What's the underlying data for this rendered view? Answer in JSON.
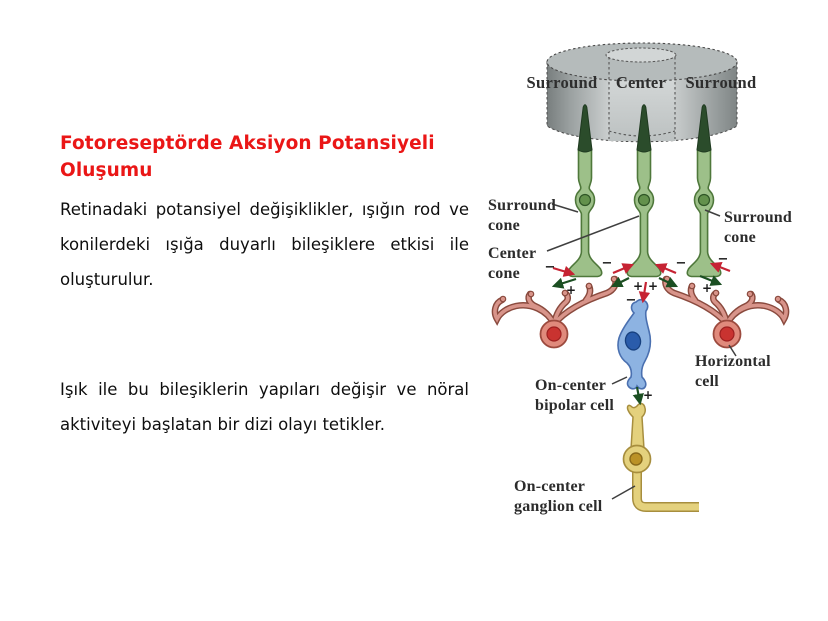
{
  "slide": {
    "title": {
      "line1": "Fotoreseptörde Aksiyon Potansiyeli",
      "line2": "Oluşumu"
    },
    "paragraph1": "Retinadaki potansiyel değişiklikler, ışığın rod ve konilerdeki ışığa duyarlı bileşiklere etkisi ile oluşturulur.",
    "paragraph2": "Işık ile bu bileşiklerin yapıları değişir ve nöral aktiviteyi başlatan bir dizi olayı tetikler."
  },
  "diagram": {
    "receptive_field": {
      "left": "Surround",
      "center": "Center",
      "right": "Surround"
    },
    "labels": {
      "surround_cone_left": {
        "line1": "Surround",
        "line2": "cone"
      },
      "center_cone": {
        "line1": "Center",
        "line2": "cone"
      },
      "surround_cone_right": {
        "line1": "Surround",
        "line2": "cone"
      },
      "horizontal_cell": {
        "line1": "Horizontal",
        "line2": "cell"
      },
      "on_center_bipolar_cell": {
        "line1": "On-center",
        "line2": "bipolar cell"
      },
      "on_center_ganglion_cell": {
        "line1": "On-center",
        "line2": "ganglion cell"
      }
    },
    "signs": {
      "minus": "−",
      "plus": "+"
    },
    "colors": {
      "title_red": "#ea1616",
      "cone_green": "#9dc089",
      "cone_outline": "#4f783b",
      "cone_tip_dark": "#2b4c2b",
      "horizontal_cell_fill": "#d8948a",
      "horizontal_cell_outline": "#8a4a3e",
      "horizontal_nucleus_red": "#c93330",
      "bipolar_blue": "#8db3e2",
      "bipolar_nucleus_blue": "#2a5cab",
      "ganglion_yellow": "#e4d17d",
      "ganglion_outline": "#a78e3e",
      "excitatory_arrow_green": "#1b4f22",
      "inhibitory_arrow_red": "#c62333",
      "cylinder_gray": "#c7cbcb"
    }
  }
}
